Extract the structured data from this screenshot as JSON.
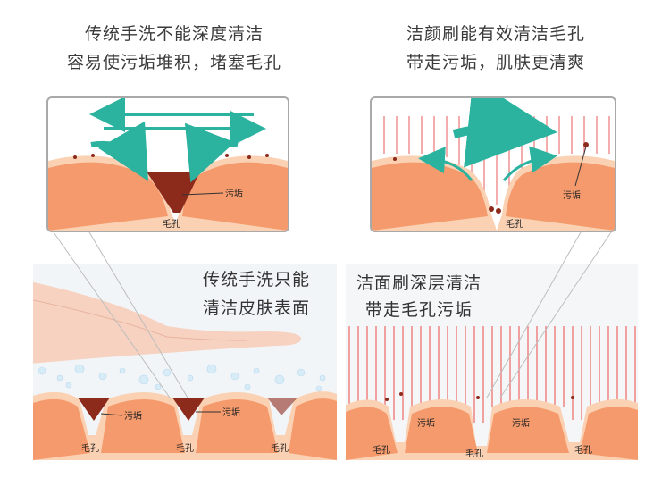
{
  "top_left": {
    "line1": "传统手洗不能深度清洁",
    "line2": "容易使污垢堆积，堵塞毛孔"
  },
  "top_right": {
    "line1": "洁颜刷能有效清洁毛孔",
    "line2": "带走污垢，肌肤更清爽"
  },
  "zoom_left": {
    "dirt_label": "污垢",
    "pore_label": "毛孔"
  },
  "zoom_right": {
    "dirt_label": "污垢",
    "pore_label": "毛孔"
  },
  "bottom_left": {
    "line1": "传统手洗只能",
    "line2": "清洁皮肤表面",
    "dirt_labels": [
      "污垢",
      "污垢"
    ],
    "pore_labels": [
      "毛孔",
      "毛孔",
      "毛孔"
    ]
  },
  "bottom_right": {
    "line1": "洁面刷深层清洁",
    "line2": "带走毛孔污垢",
    "dirt_labels": [
      "污垢",
      "污垢"
    ],
    "pore_labels": [
      "毛孔",
      "毛孔",
      "毛孔"
    ]
  },
  "colors": {
    "skin": "#f49a6c",
    "skin_light": "#fbd1b3",
    "dirt": "#8c2a1c",
    "arrow": "#2bb3a0",
    "bristle": "#f08a8a"
  }
}
